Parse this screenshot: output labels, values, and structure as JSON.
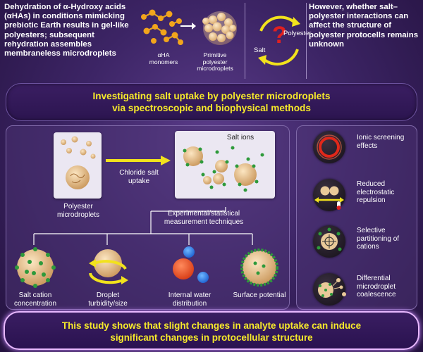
{
  "top": {
    "left_text": "Dehydration of α-Hydroxy acids (αHAs) in conditions mimicking prebiotic Earth results in gel-like polyesters; subsequent rehydration assembles membraneless microdroplets",
    "monomers_label": "αHA monomers",
    "microdroplets_label": "Primitive polyester microdroplets",
    "cycle_polyester": "Polyester",
    "cycle_salt": "Salt",
    "cycle_mark": "?",
    "right_text": "However, whether salt–polyester interactions can affect the structure of polyester protocells remains unknown"
  },
  "banner": {
    "line1": "Investigating salt uptake by polyester microdroplets",
    "line2": "via spectroscopic and biophysical methods"
  },
  "process": {
    "polyester_label": "Polyester microdroplets",
    "arrow_label": "Chloride salt uptake",
    "salt_ions_label": "Salt ions",
    "techniques_label": "Experimental/statistical measurement techniques"
  },
  "techniques": [
    {
      "label": "Salt cation concentration"
    },
    {
      "label": "Droplet turbidity/size"
    },
    {
      "label": "Internal water distribution"
    },
    {
      "label": "Surface potential"
    }
  ],
  "effects": [
    {
      "label": "Ionic screening effects"
    },
    {
      "label": "Reduced electrostatic repulsion"
    },
    {
      "label": "Selective partitioning of cations"
    },
    {
      "label": "Differential microdroplet coalescence"
    }
  ],
  "conclusion": {
    "line1": "This study shows that slight changes in analyte uptake can induce",
    "line2": "significant changes in protocellular structure"
  },
  "colors": {
    "highlight": "#f7ea2a",
    "droplet": "#e9c999",
    "ion": "#2e9a3b",
    "cycle_arrow": "#f2e21c",
    "question": "#e02020"
  }
}
